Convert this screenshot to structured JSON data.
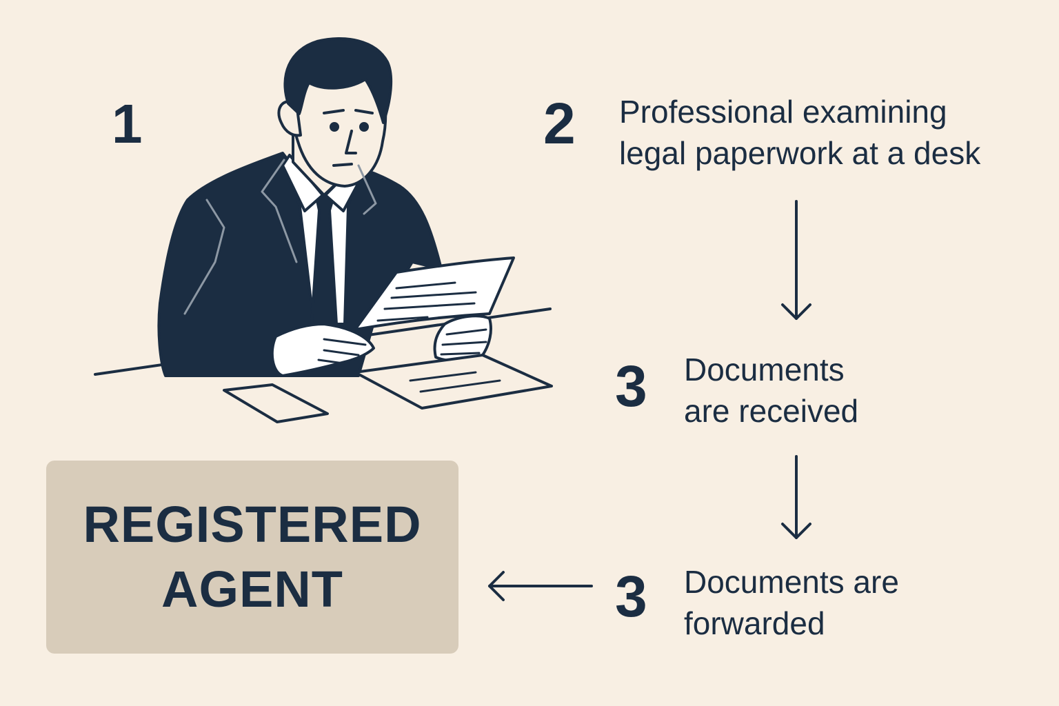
{
  "step1": {
    "number": "1"
  },
  "step2": {
    "number": "2",
    "line1": "Professional examining",
    "line2": "legal paperwork at a desk"
  },
  "step3a": {
    "number": "3",
    "line1": "Documents",
    "line2": "are received"
  },
  "step3b": {
    "number": "3",
    "line1": "Documents are",
    "line2": "forwarded"
  },
  "agent": {
    "line1": "REGISTERED",
    "line2": "AGENT"
  },
  "colors": {
    "ink": "#1b2d42",
    "background": "#f8efe3",
    "agent_box": "#d8ccba"
  },
  "icons": {
    "illustration": "professional-reading-document-illustration"
  }
}
